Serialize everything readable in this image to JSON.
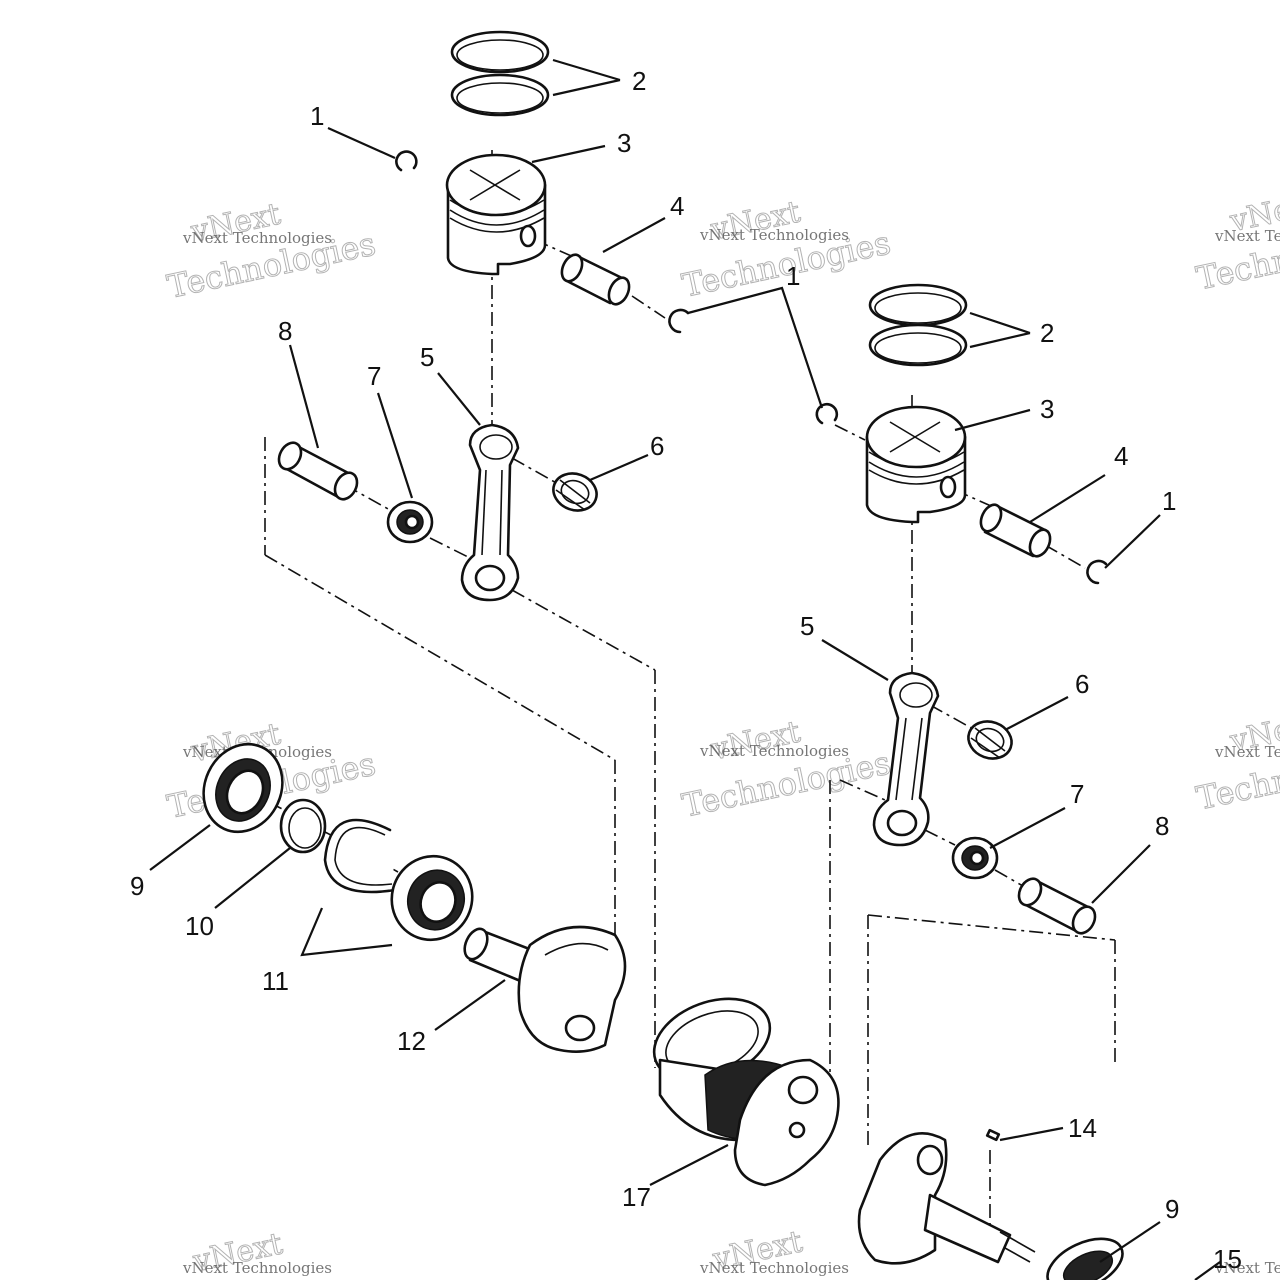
{
  "watermark": {
    "brand": "vNext",
    "company": "vNext Technologies",
    "word": "Technologies"
  },
  "callouts": {
    "c1a": "1",
    "c2a": "2",
    "c3a": "3",
    "c4a": "4",
    "c1b": "1",
    "c2b": "2",
    "c3b": "3",
    "c4b": "4",
    "c1c": "1",
    "c5a": "5",
    "c6a": "6",
    "c7a": "7",
    "c8a": "8",
    "c5b": "5",
    "c6b": "6",
    "c7b": "7",
    "c8b": "8",
    "c9a": "9",
    "c10": "10",
    "c11": "11",
    "c12": "12",
    "c14": "14",
    "c17": "17",
    "c9b": "9",
    "c15": "15"
  }
}
